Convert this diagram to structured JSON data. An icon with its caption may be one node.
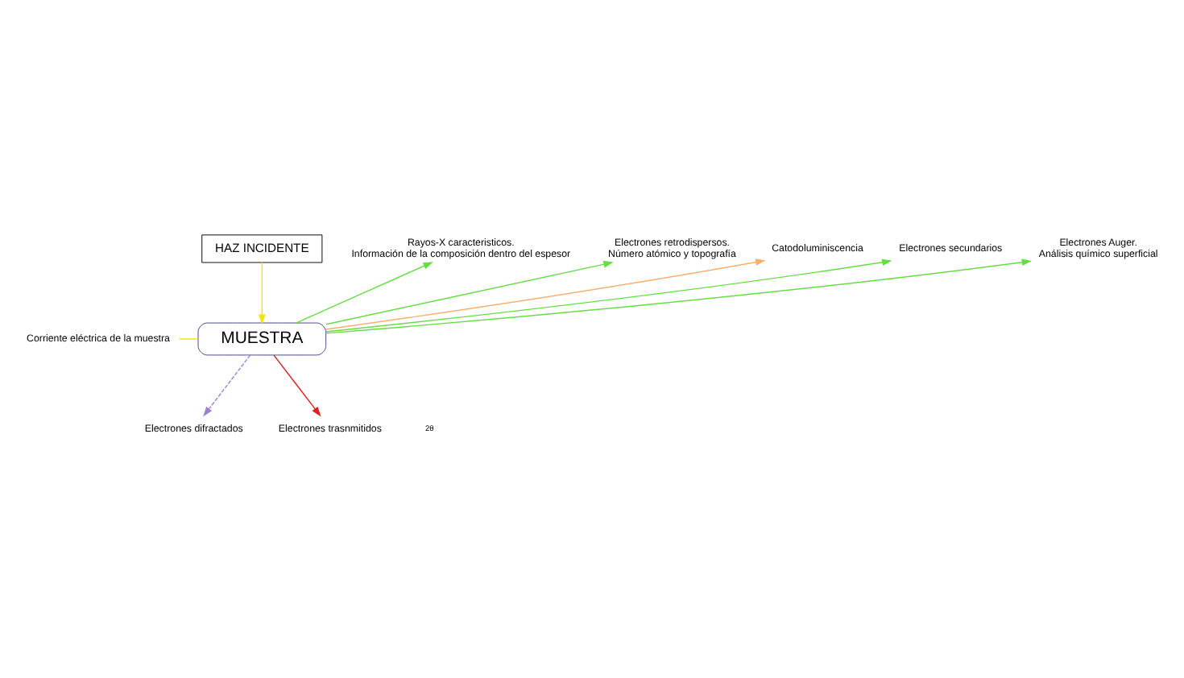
{
  "diagram": {
    "nodes": [
      {
        "text": [
          "HAZ INCIDENTE"
        ]
      },
      {
        "text": [
          "MUESTRA"
        ]
      },
      {
        "text": [
          "Rayos-X caracteristicos.",
          "Información de la composición dentro del espesor"
        ]
      },
      {
        "text": [
          "Electrones retrodispersos.",
          "Número atómico y topografía"
        ]
      },
      {
        "text": [
          "Catodoluminiscencia"
        ]
      },
      {
        "text": [
          "Electrones secundarios"
        ]
      },
      {
        "text": [
          "Electrones Auger.",
          "Análisis químico superficial"
        ]
      },
      {
        "text": [
          "Corriente eléctrica de la muestra"
        ]
      },
      {
        "text": [
          "Electrones difractados"
        ]
      },
      {
        "text": [
          "Electrones trasnmitidos"
        ]
      }
    ],
    "edges": [
      {
        "from": 0,
        "to": 1,
        "arrow": "to",
        "color": "#f5e400"
      },
      {
        "from": 1,
        "to": 2,
        "arrow": "to"
      },
      {
        "from": 1,
        "to": 3,
        "arrow": "to"
      },
      {
        "from": 1,
        "to": 4,
        "arrow": "to",
        "color": "#f5b070"
      },
      {
        "from": 1,
        "to": 5,
        "arrow": "to"
      },
      {
        "from": 1,
        "to": 6,
        "arrow": "to"
      },
      {
        "from": 7,
        "to": 1,
        "arrow": "none",
        "color": "#f5e400"
      },
      {
        "from": 1,
        "to": 8,
        "arrow": "to",
        "style": "dashed",
        "color": "#a080d0"
      },
      {
        "from": 1,
        "to": 9,
        "arrow": "to",
        "color": "#e02020"
      }
    ],
    "labels": [
      "2θ"
    ]
  }
}
